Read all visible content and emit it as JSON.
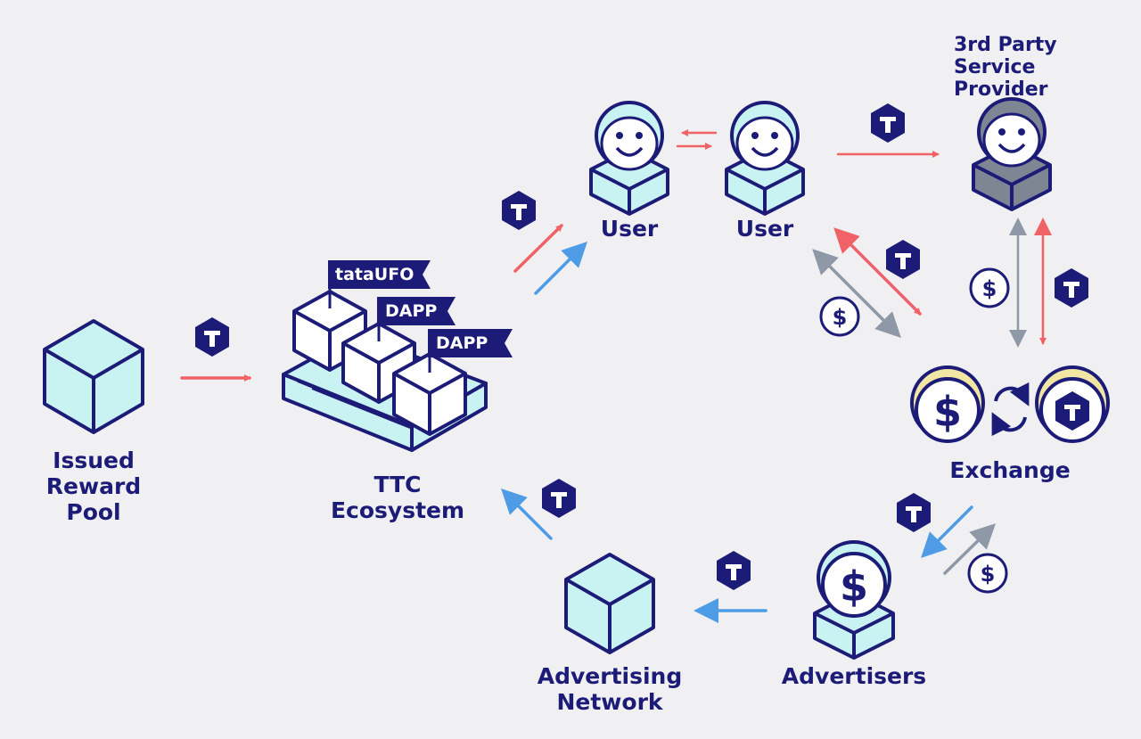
{
  "colors": {
    "navy": "#1c1c78",
    "cube_fill": "#c9f2f2",
    "red_arrow": "#f06266",
    "blue_arrow": "#4e9ce6",
    "gray_arrow": "#8e98a6",
    "provider_fill": "#7f8693",
    "coin_rim": "#f2e6a4",
    "background": "#f0f0f2"
  },
  "nodes": {
    "reward_pool": "Issued\nReward\nPool",
    "ecosystem": "TTC\nEcosystem",
    "user_1": "User",
    "user_2": "User",
    "provider": "3rd Party\nService\nProvider",
    "exchange": "Exchange",
    "advertisers": "Advertisers",
    "ad_network": "Advertising\nNetwork"
  },
  "flags": [
    "tataUFO",
    "DAPP",
    "DAPP"
  ],
  "token_symbol": "T",
  "currency_symbol": "$"
}
